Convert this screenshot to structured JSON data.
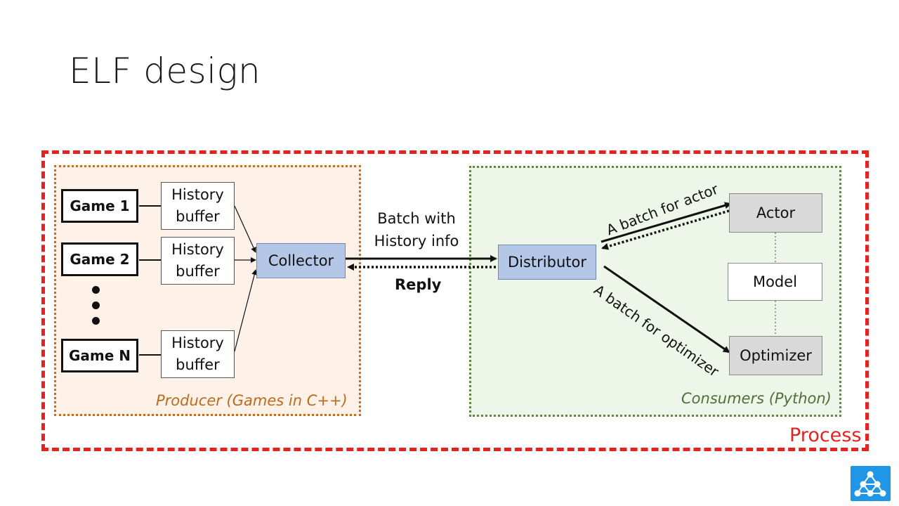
{
  "slide": {
    "title": "ELF design"
  },
  "process": {
    "label": "Process",
    "color": "#e32222"
  },
  "producer": {
    "label": "Producer (Games in C++)",
    "games": [
      "Game 1",
      "Game 2",
      "Game N"
    ],
    "history_buffers": [
      [
        "History",
        "buffer"
      ],
      [
        "History",
        "buffer"
      ],
      [
        "History",
        "buffer"
      ]
    ],
    "collector": "Collector"
  },
  "link": {
    "batch_line1": "Batch with",
    "batch_line2": "History info",
    "reply": "Reply"
  },
  "consumer": {
    "label": "Consumers (Python)",
    "distributor": "Distributor",
    "actor": "Actor",
    "model": "Model",
    "optimizer": "Optimizer",
    "batch_actor": "A batch for actor",
    "batch_optimizer": "A batch for optimizer"
  },
  "colors": {
    "producer_border": "#c66b1f",
    "consumer_border": "#5b8a3c",
    "node_blue": "#b4c7e7",
    "node_gray": "#d9d9d9",
    "logo_blue": "#2196e6"
  },
  "logo": {
    "icon": "network-logo-icon"
  }
}
